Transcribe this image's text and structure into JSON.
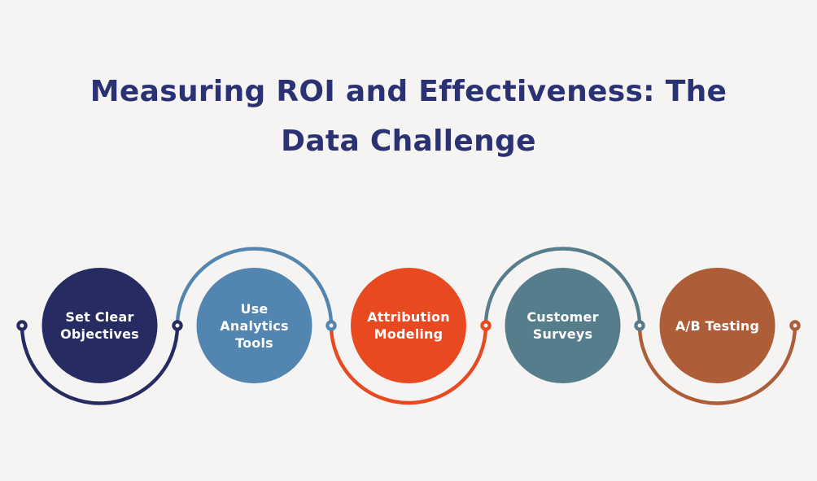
{
  "background_color": "#f5f4f2",
  "title": {
    "text": "Measuring ROI and Effectiveness: The\nData Challenge",
    "color": "#2b3273"
  },
  "steps": [
    {
      "label": "Set Clear\nObjectives",
      "color": "#262c61",
      "arc_position": "below"
    },
    {
      "label": "Use\nAnalytics\nTools",
      "color": "#5285b0",
      "arc_position": "above"
    },
    {
      "label": "Attribution\nModeling",
      "color": "#e84920",
      "arc_position": "below"
    },
    {
      "label": "Customer\nSurveys",
      "color": "#567d8b",
      "arc_position": "above"
    },
    {
      "label": "A/B Testing",
      "color": "#ad5d38",
      "arc_position": "below"
    }
  ],
  "label_text_color": "#ffffff"
}
